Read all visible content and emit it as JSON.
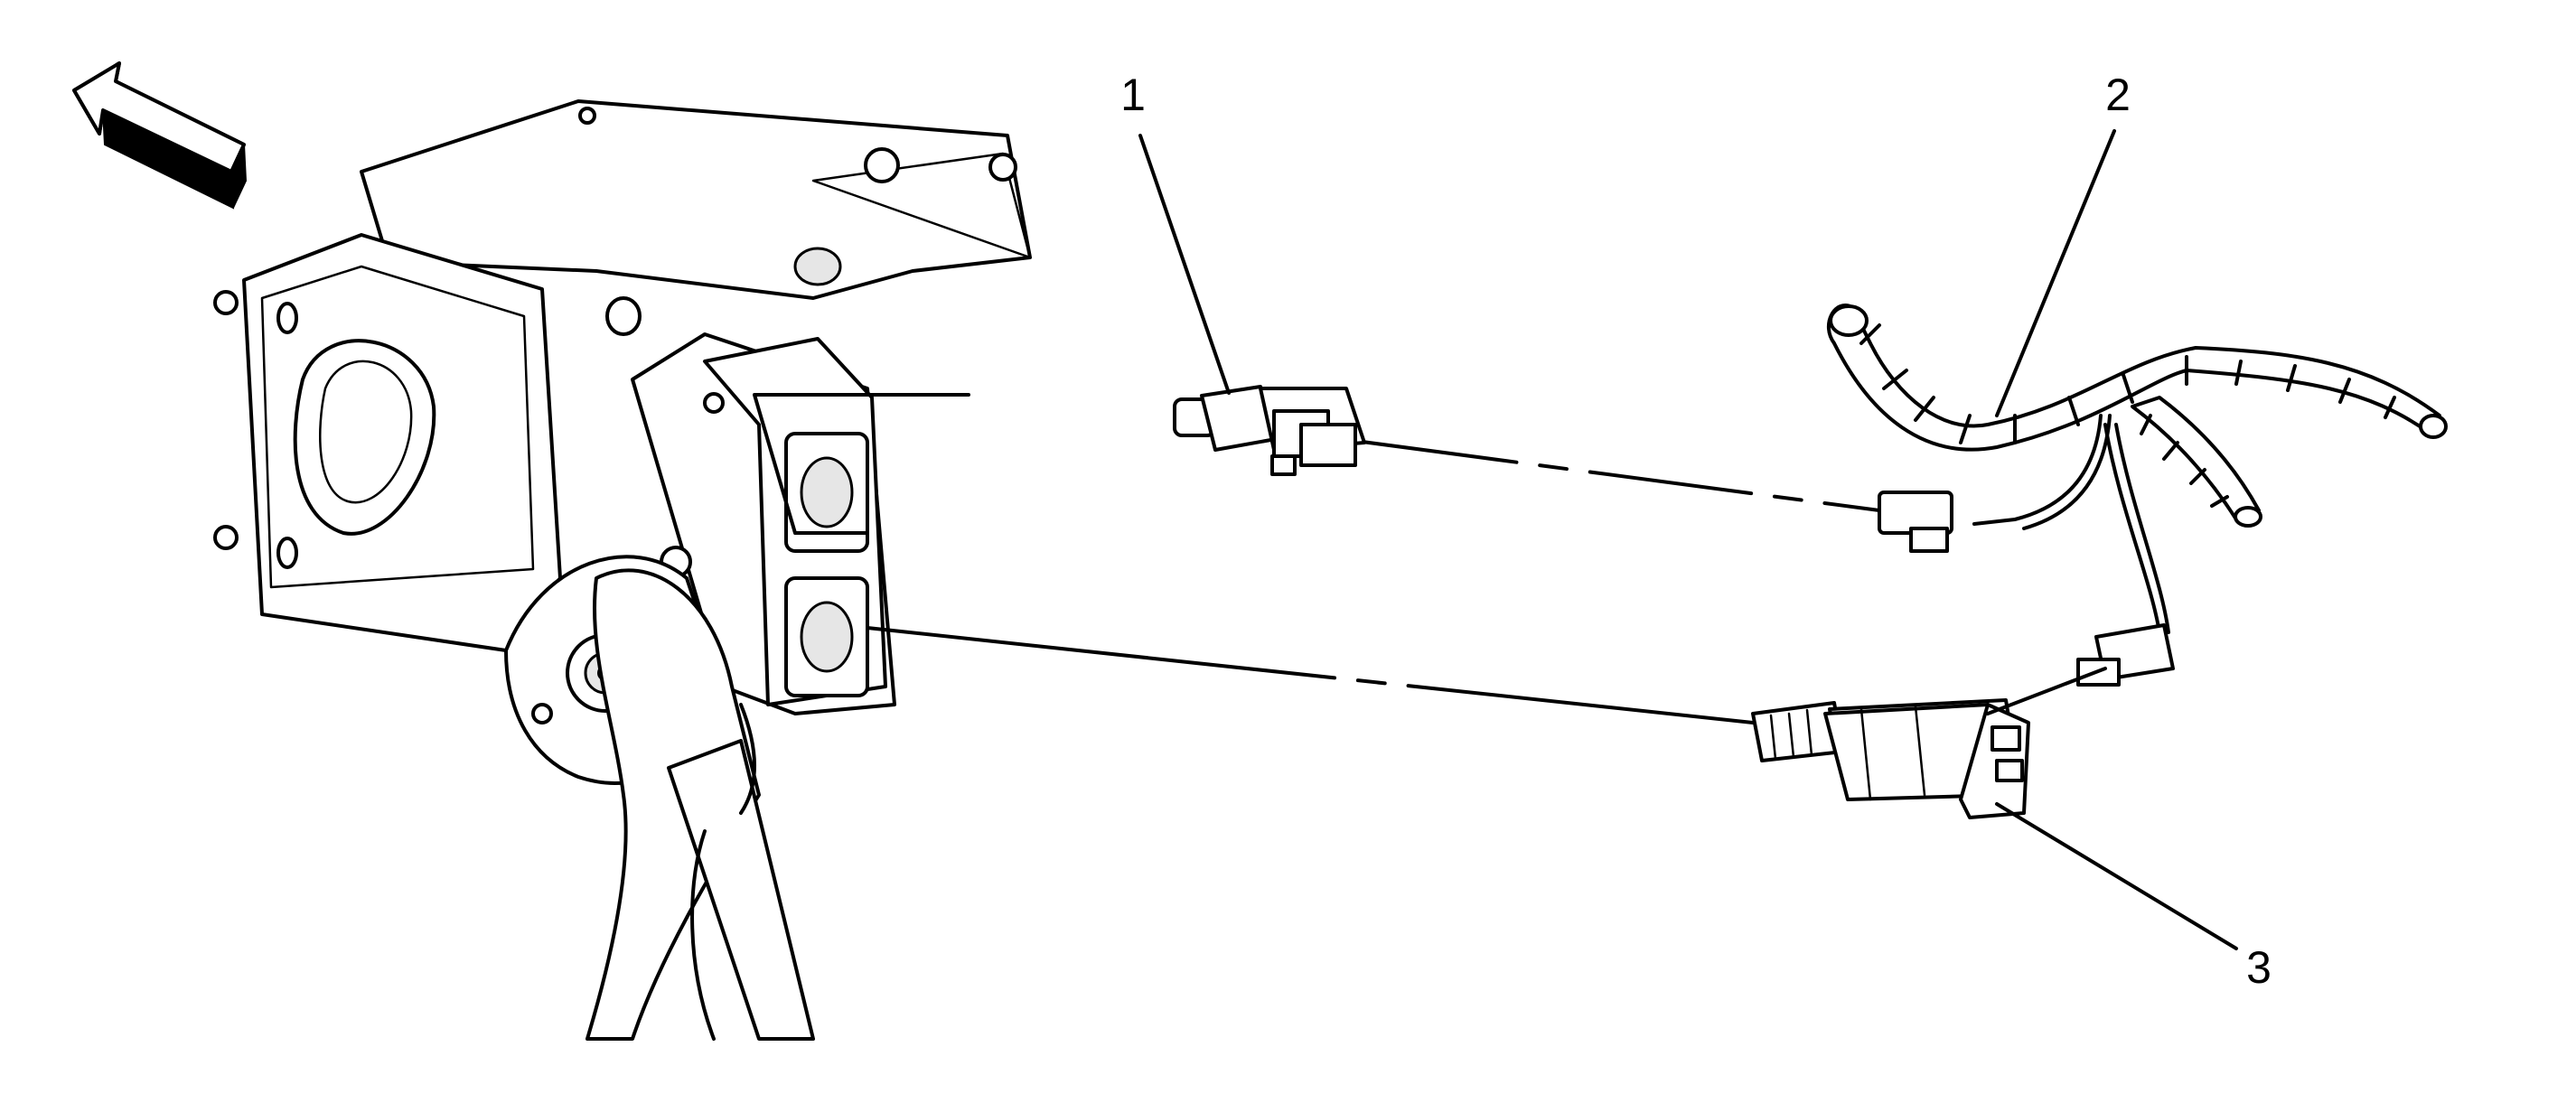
{
  "callouts": {
    "one": "1",
    "two": "2",
    "three": "3"
  },
  "icons": {
    "direction_arrow": "arrow-icon"
  },
  "colors": {
    "line": "#000000",
    "background": "#ffffff"
  }
}
